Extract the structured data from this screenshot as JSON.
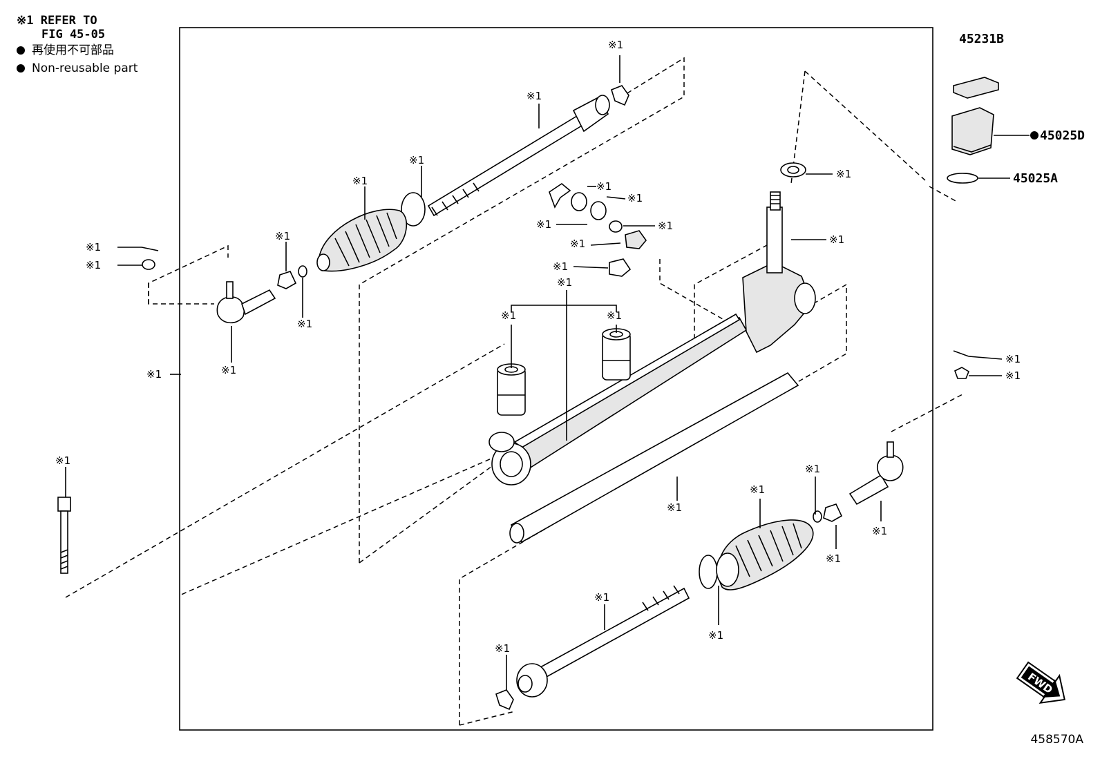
{
  "legend": {
    "ref_line1": "※1 REFER TO",
    "ref_line2": "FIG 45-05",
    "nonreusable_jp": "再使用不可部品",
    "nonreusable_en": "Non-reusable part"
  },
  "ref_mark": "※1",
  "parts": {
    "p45231B": "45231B",
    "p45025D": "45025D",
    "p45025A": "45025A"
  },
  "fwd_label": "FWD",
  "figure_code": "458570A"
}
